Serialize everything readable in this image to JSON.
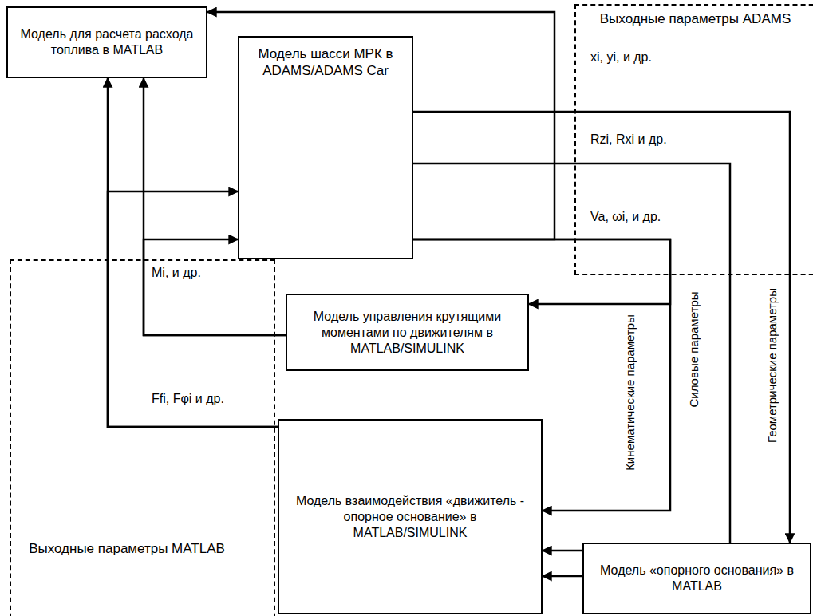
{
  "diagram": {
    "nodes": [
      {
        "text": [
          "Модель для расчета расхода топлива в MATLAB"
        ]
      },
      {
        "text": [
          "Выходные параметры ADAMS"
        ]
      },
      {
        "text": [
          "Модель шасси МРК в ADAMS/ADAMS Car"
        ]
      },
      {
        "text": [
          "Выходные параметры MATLAB"
        ]
      },
      {
        "text": [
          "Модель управления крутящими моментами по движителям в MATLAB/SIMULINK"
        ]
      },
      {
        "text": [
          "Модель взаимодействия «движитель - опорное основание» в MATLAB/SIMULINK"
        ]
      },
      {
        "text": [
          "Модель «опорного основания» в MATLAB"
        ]
      }
    ],
    "edges": [
      {
        "from": 2,
        "to": 0,
        "arrow": "to"
      },
      {
        "from": 4,
        "to": 0,
        "arrow": "to"
      },
      {
        "from": 4,
        "to": 2,
        "arrow": "to"
      },
      {
        "from": 5,
        "to": 0,
        "arrow": "to"
      },
      {
        "from": 5,
        "to": 2,
        "arrow": "to"
      },
      {
        "from": 2,
        "to": 4,
        "arrow": "to"
      },
      {
        "from": 2,
        "to": 5,
        "arrow": "to"
      },
      {
        "from": 2,
        "to": 5,
        "arrow": "to"
      },
      {
        "from": 2,
        "to": 6,
        "arrow": "to"
      },
      {
        "from": 6,
        "to": 5,
        "arrow": "to"
      }
    ],
    "labels": [
      "xi, yi, и др.",
      "Rzi, Rxi и др.",
      "Va, ωi, и др.",
      "Mi, и др.",
      "Ffi, Fφi и др.",
      "Кинематические параметры",
      "Силовые параметры",
      "Геометрические параметры"
    ]
  }
}
